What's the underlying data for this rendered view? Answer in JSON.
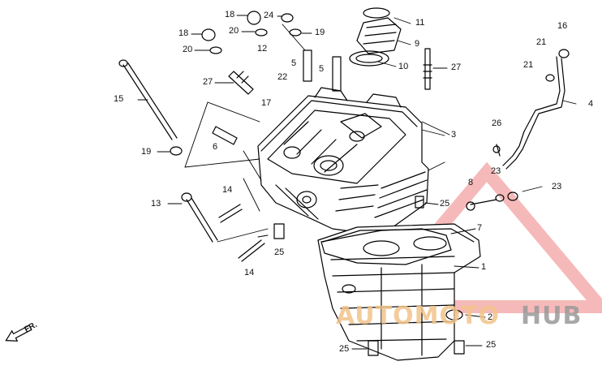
{
  "parts": [
    {
      "id": "p18a",
      "label": "18"
    },
    {
      "id": "p24",
      "label": "24"
    },
    {
      "id": "p11",
      "label": "11"
    },
    {
      "id": "p16",
      "label": "16"
    },
    {
      "id": "p18b",
      "label": "18"
    },
    {
      "id": "p20a",
      "label": "20"
    },
    {
      "id": "p19a",
      "label": "19"
    },
    {
      "id": "p9",
      "label": "9"
    },
    {
      "id": "p21a",
      "label": "21"
    },
    {
      "id": "p20b",
      "label": "20"
    },
    {
      "id": "p12",
      "label": "12"
    },
    {
      "id": "p5a",
      "label": "5"
    },
    {
      "id": "p10",
      "label": "10"
    },
    {
      "id": "p27a",
      "label": "27"
    },
    {
      "id": "p21b",
      "label": "21"
    },
    {
      "id": "p5b",
      "label": "5"
    },
    {
      "id": "p22",
      "label": "22"
    },
    {
      "id": "p27b",
      "label": "27"
    },
    {
      "id": "p4",
      "label": "4"
    },
    {
      "id": "p15",
      "label": "15"
    },
    {
      "id": "p17",
      "label": "17"
    },
    {
      "id": "p26",
      "label": "26"
    },
    {
      "id": "p3",
      "label": "3"
    },
    {
      "id": "p6",
      "label": "6"
    },
    {
      "id": "p19b",
      "label": "19"
    },
    {
      "id": "p8",
      "label": "8"
    },
    {
      "id": "p23a",
      "label": "23"
    },
    {
      "id": "p23b",
      "label": "23"
    },
    {
      "id": "p14a",
      "label": "14"
    },
    {
      "id": "p25a",
      "label": "25"
    },
    {
      "id": "p13",
      "label": "13"
    },
    {
      "id": "p7",
      "label": "7"
    },
    {
      "id": "p25b",
      "label": "25"
    },
    {
      "id": "p1",
      "label": "1"
    },
    {
      "id": "p14b",
      "label": "14"
    },
    {
      "id": "p2",
      "label": "2"
    },
    {
      "id": "p25c",
      "label": "25"
    },
    {
      "id": "p25d",
      "label": "25"
    }
  ],
  "direction_marker": "FR.",
  "watermark": {
    "part1": "AUTOMOTO",
    "part2": "HUB",
    "color1": "#f2c48a",
    "color2": "#9a9a9a",
    "triangle_color": "#f08080"
  }
}
